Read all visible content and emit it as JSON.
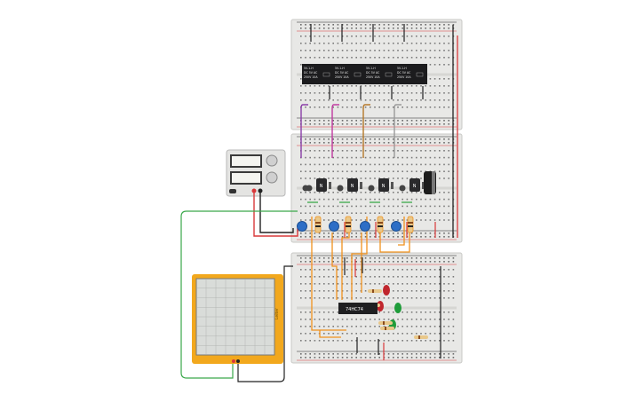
{
  "app": {
    "view": "circuit-canvas"
  },
  "relays": {
    "label_lines": [
      "5V-1-H",
      "DC 5V  AC",
      "250V 10A"
    ],
    "count": 4
  },
  "ic": {
    "label": "74HC74"
  },
  "oscilloscope": {
    "brand": "Leiter"
  },
  "power_supply": {
    "readout_top": "",
    "readout_bottom": ""
  },
  "components": {
    "transistor_marks": [
      "N",
      "N",
      "N",
      "N"
    ],
    "led_colors": [
      "#c0262d",
      "#c0262d",
      "#1f9c3a",
      "#1f9c3a"
    ],
    "pot_color": "#2d6ec6"
  },
  "colors": {
    "breadboard": "#e8e8e6",
    "rail_red": "#d9383a",
    "rail_black": "#222222",
    "wire_orange": "#f0921e",
    "wire_green": "#3aa84a",
    "wire_purple": "#8a3fa8",
    "wire_magenta": "#c03aa0",
    "wire_brown": "#b5792a",
    "wire_gray": "#9a9a9a",
    "scope_frame": "#f2a81d",
    "scope_screen": "#d9dcd9"
  }
}
